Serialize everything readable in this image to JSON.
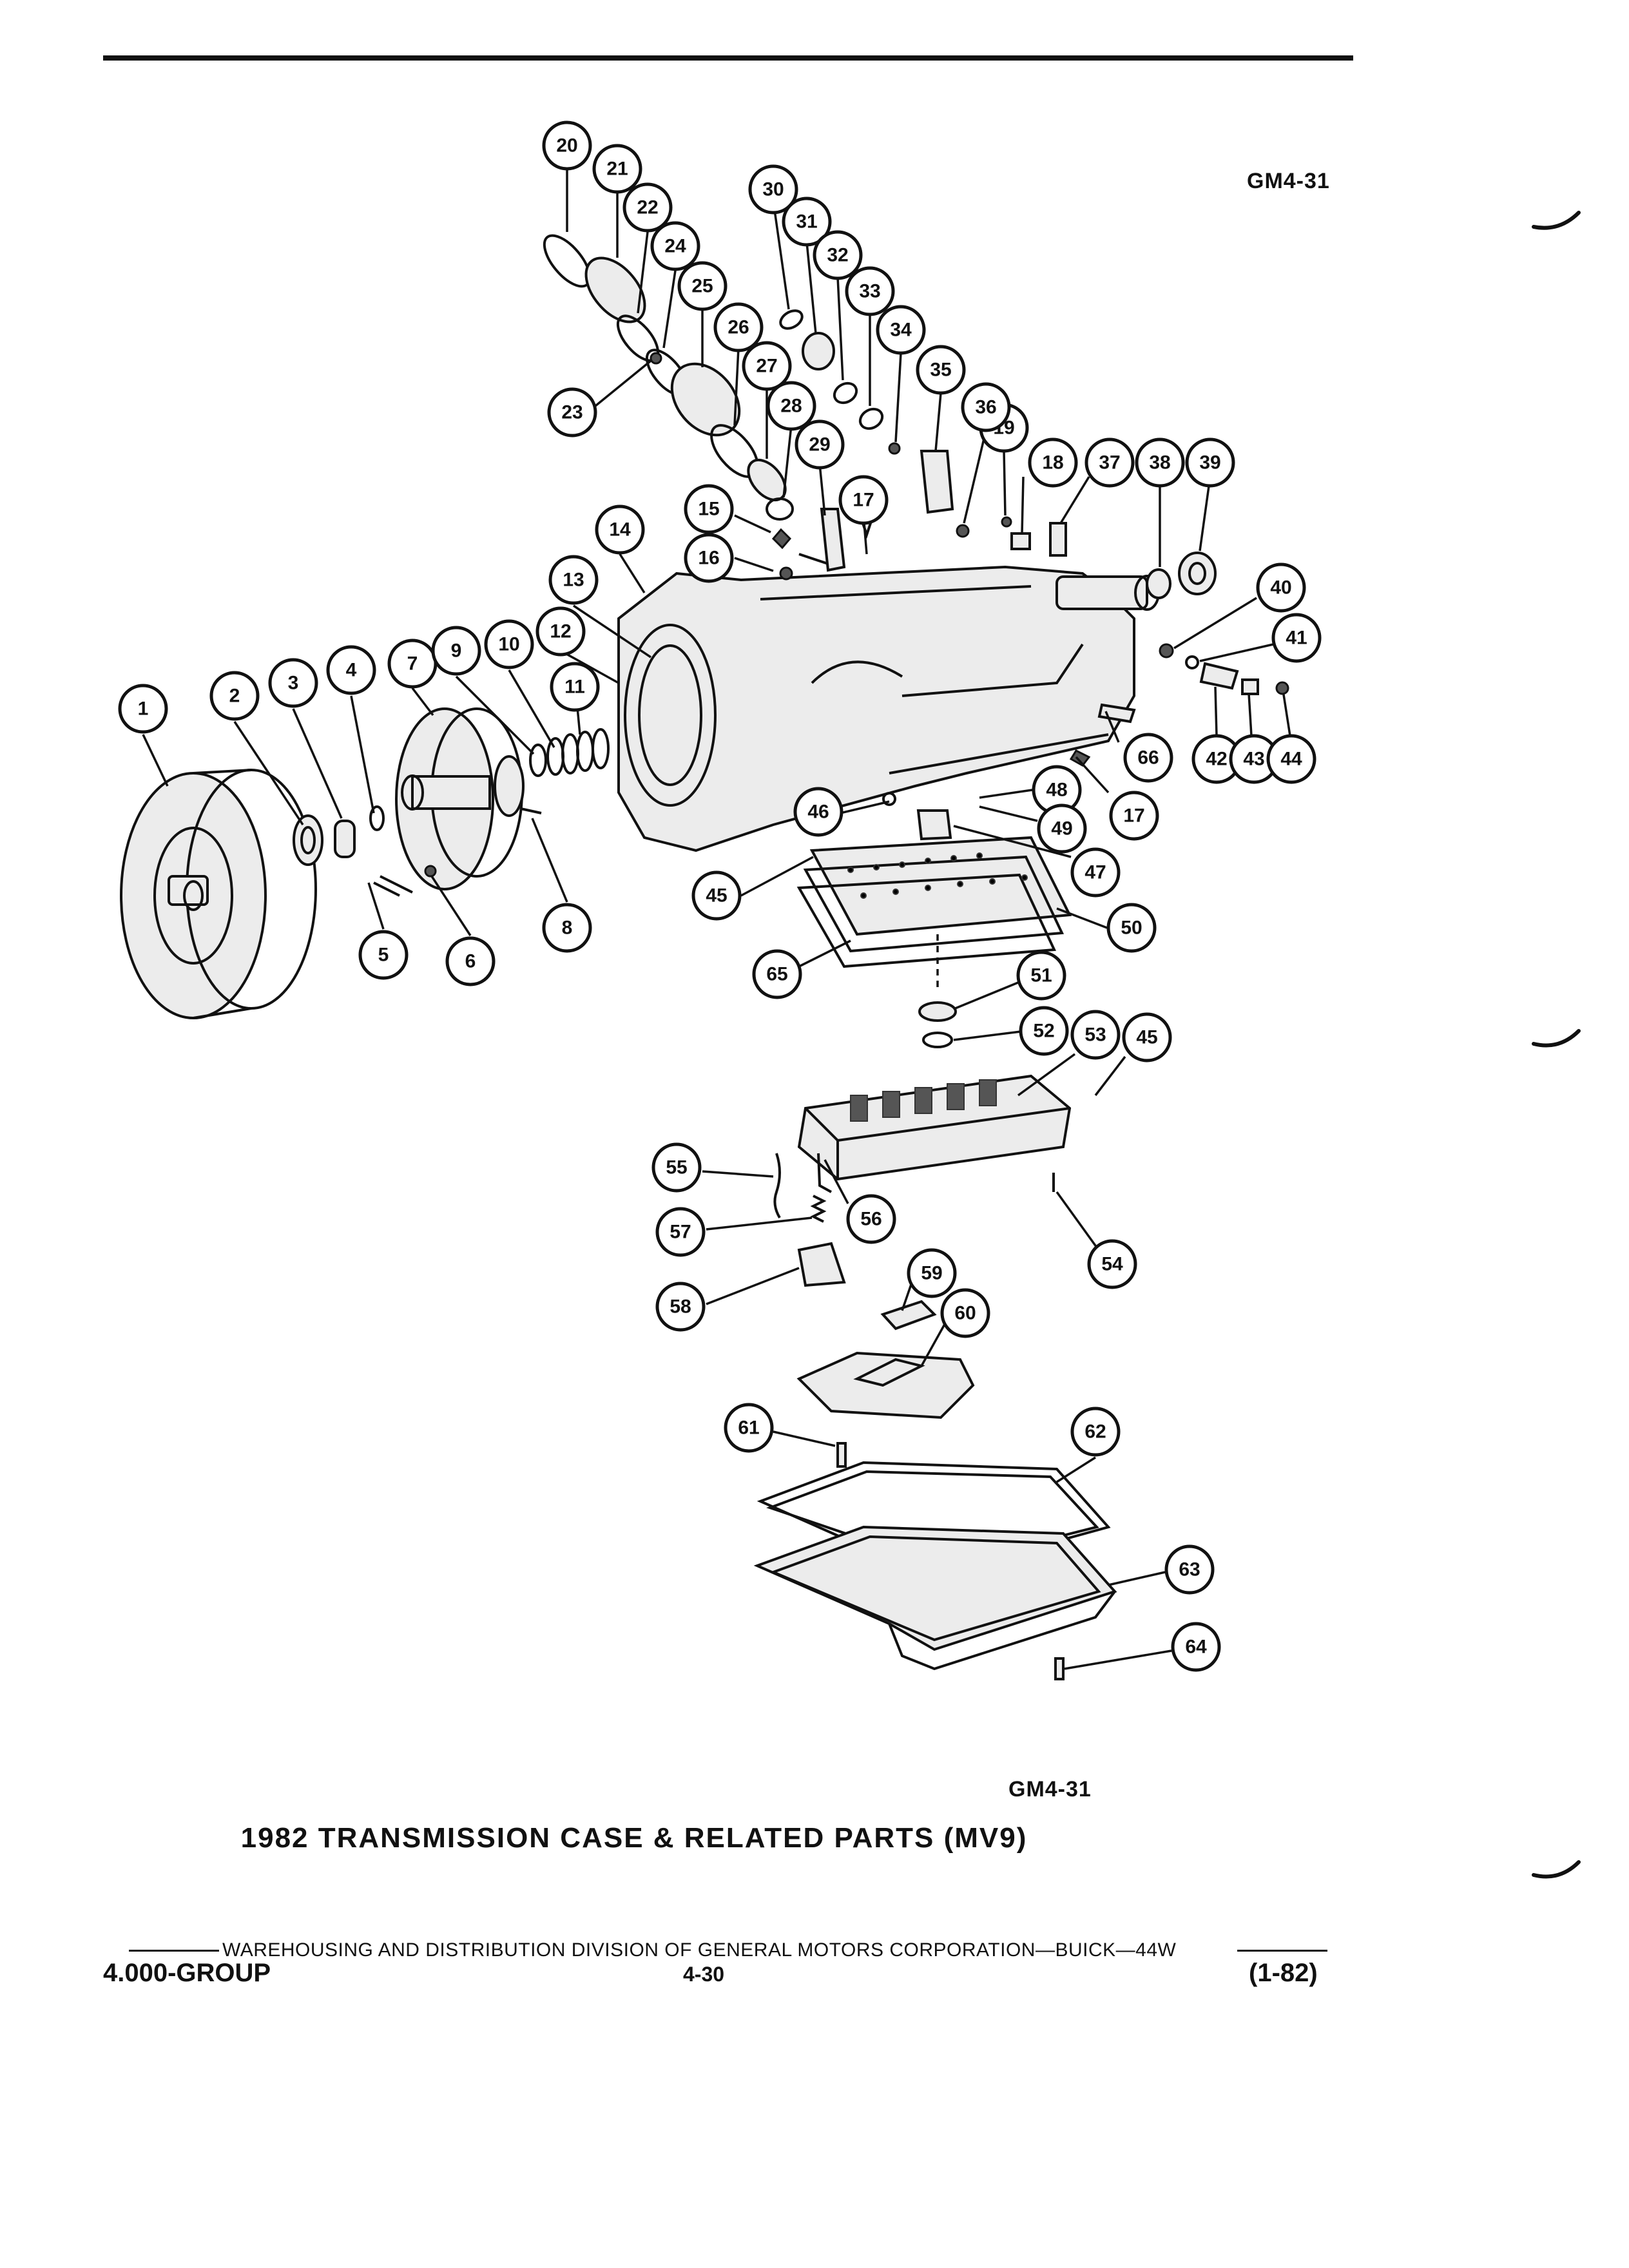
{
  "figure_code_top": "GM4-31",
  "figure_code_bottom": "GM4-31",
  "caption": "1982 TRANSMISSION CASE & RELATED PARTS (MV9)",
  "footer": {
    "division": "WAREHOUSING AND DISTRIBUTION DIVISION OF GENERAL MOTORS CORPORATION—BUICK—44W",
    "group": "4.000-GROUP",
    "page": "4-30",
    "date": "(1-82)"
  },
  "callouts": [
    "1",
    "2",
    "3",
    "4",
    "5",
    "6",
    "7",
    "8",
    "9",
    "10",
    "11",
    "12",
    "13",
    "14",
    "15",
    "16",
    "17",
    "17",
    "18",
    "19",
    "20",
    "21",
    "22",
    "23",
    "24",
    "25",
    "26",
    "27",
    "28",
    "29",
    "30",
    "31",
    "32",
    "33",
    "34",
    "35",
    "36",
    "37",
    "38",
    "39",
    "40",
    "41",
    "42",
    "43",
    "44",
    "45",
    "45",
    "46",
    "47",
    "48",
    "49",
    "50",
    "51",
    "52",
    "53",
    "54",
    "55",
    "56",
    "57",
    "58",
    "59",
    "60",
    "61",
    "62",
    "63",
    "64",
    "65",
    "66"
  ]
}
